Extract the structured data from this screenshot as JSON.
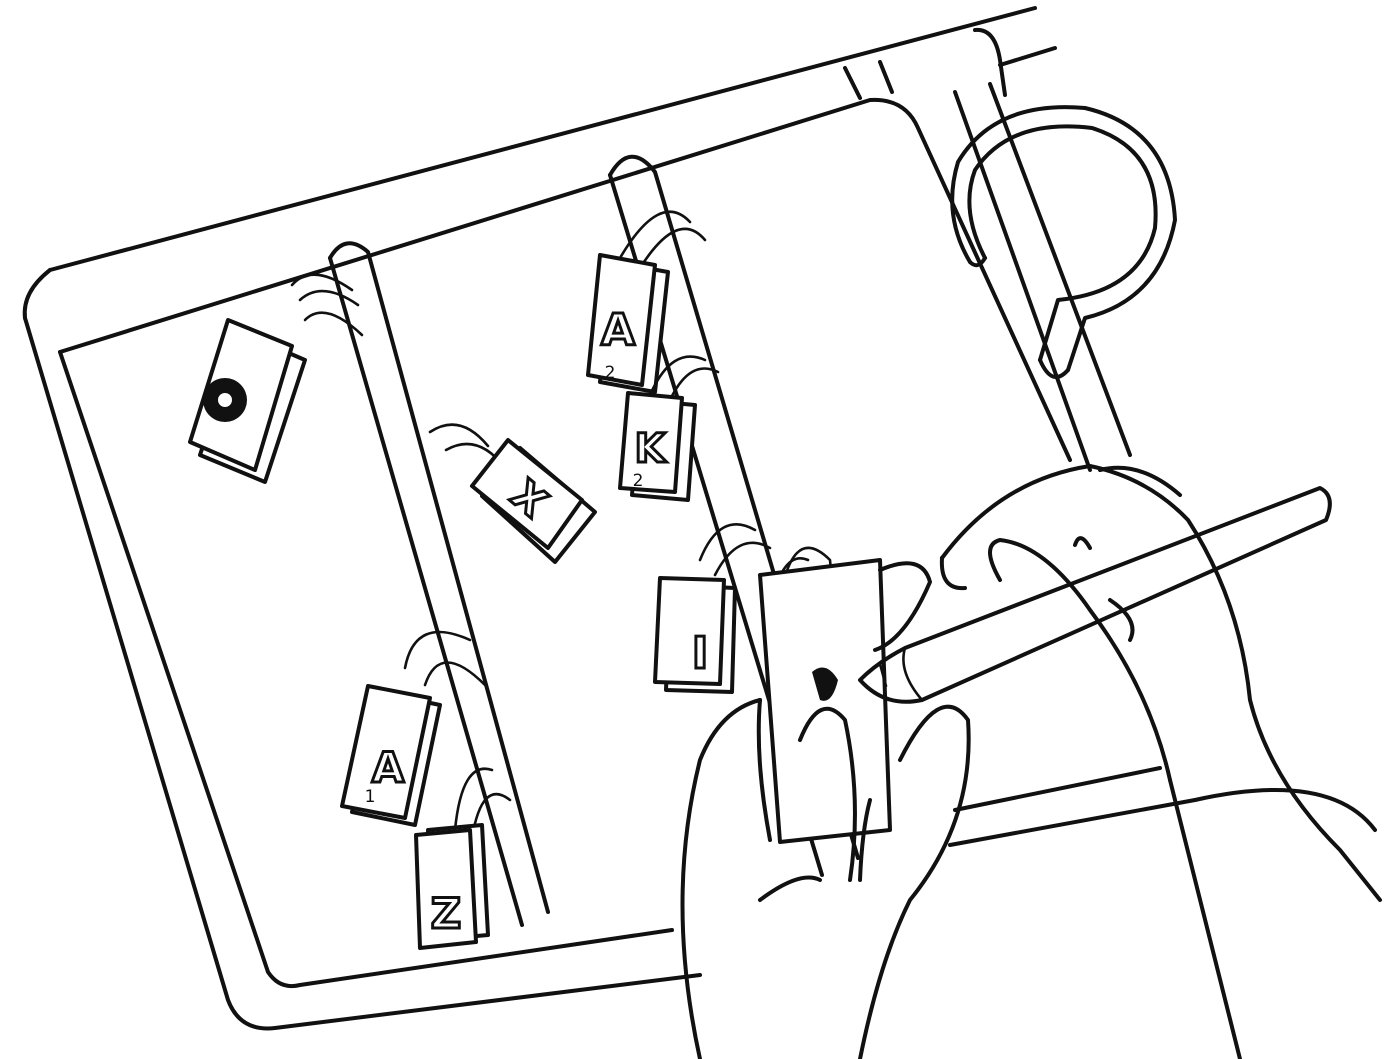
{
  "tiles": [
    {
      "letter": "O",
      "number": ""
    },
    {
      "letter": "X",
      "number": ""
    },
    {
      "letter": "A",
      "number": "2"
    },
    {
      "letter": "K",
      "number": "2"
    },
    {
      "letter": "I",
      "number": ""
    },
    {
      "letter": "A",
      "number": "1"
    },
    {
      "letter": "Z",
      "number": ""
    }
  ],
  "colors": {
    "ink": "#111111",
    "paper": "#ffffff"
  }
}
